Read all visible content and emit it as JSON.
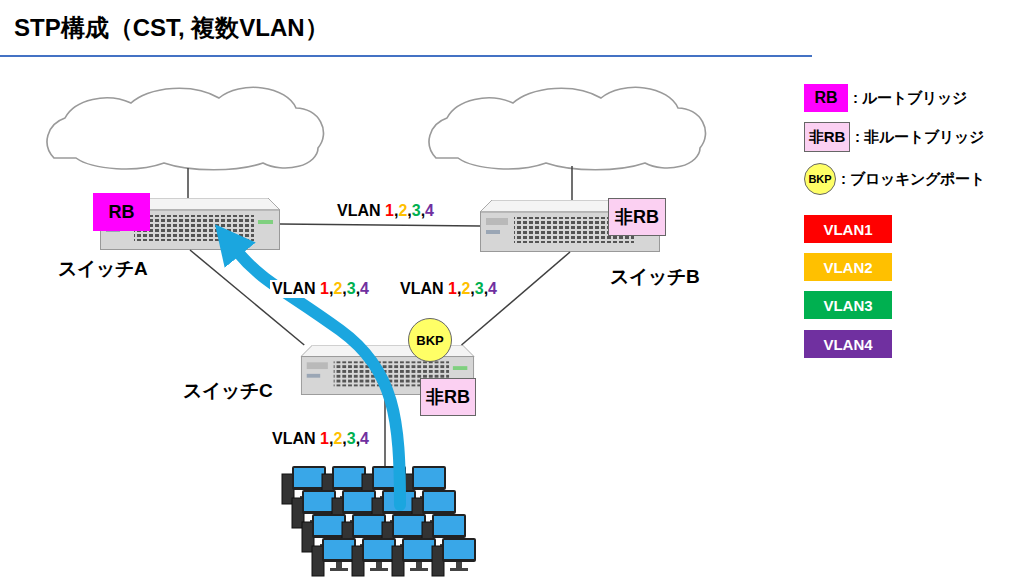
{
  "diagram": {
    "title": "STP構成（CST, 複数VLAN）",
    "nodes": [
      {
        "text": [
          "スイッチA"
        ]
      },
      {
        "text": [
          "RB"
        ],
        "in": 0
      },
      {
        "text": [
          "スイッチB"
        ]
      },
      {
        "text": [
          "非RB"
        ],
        "in": 2
      },
      {
        "text": [
          "スイッチC"
        ]
      },
      {
        "text": [
          "BKP"
        ],
        "in": 4
      },
      {
        "text": [
          "非RB"
        ],
        "in": 4
      }
    ],
    "edges": [
      {
        "from": 0,
        "to": 2,
        "arrow": "none",
        "label": "VLAN 1,2,3,4"
      },
      {
        "from": 0,
        "to": 4,
        "arrow": "none",
        "label": "VLAN 1,2,3,4"
      },
      {
        "from": 4,
        "to": 2,
        "arrow": "none",
        "label": "VLAN 1,2,3,4"
      }
    ],
    "labels": [
      "RB",
      "非RB",
      "BKP",
      "VLAN 1,2,3,4"
    ],
    "legend": [
      {
        "text": ": ルートブリッジ",
        "color": "#ff00ff"
      },
      {
        "text": ": 非ルートブリッジ",
        "color": "#fbd0f2"
      },
      {
        "text": ": ブロッキングポート",
        "color": "#ffff66"
      },
      {
        "text": "VLAN1",
        "color": "#ff0000"
      },
      {
        "text": "VLAN2",
        "color": "#ffc000"
      },
      {
        "text": "VLAN3",
        "color": "#00b050"
      },
      {
        "text": "VLAN4",
        "color": "#7030a0"
      }
    ]
  }
}
